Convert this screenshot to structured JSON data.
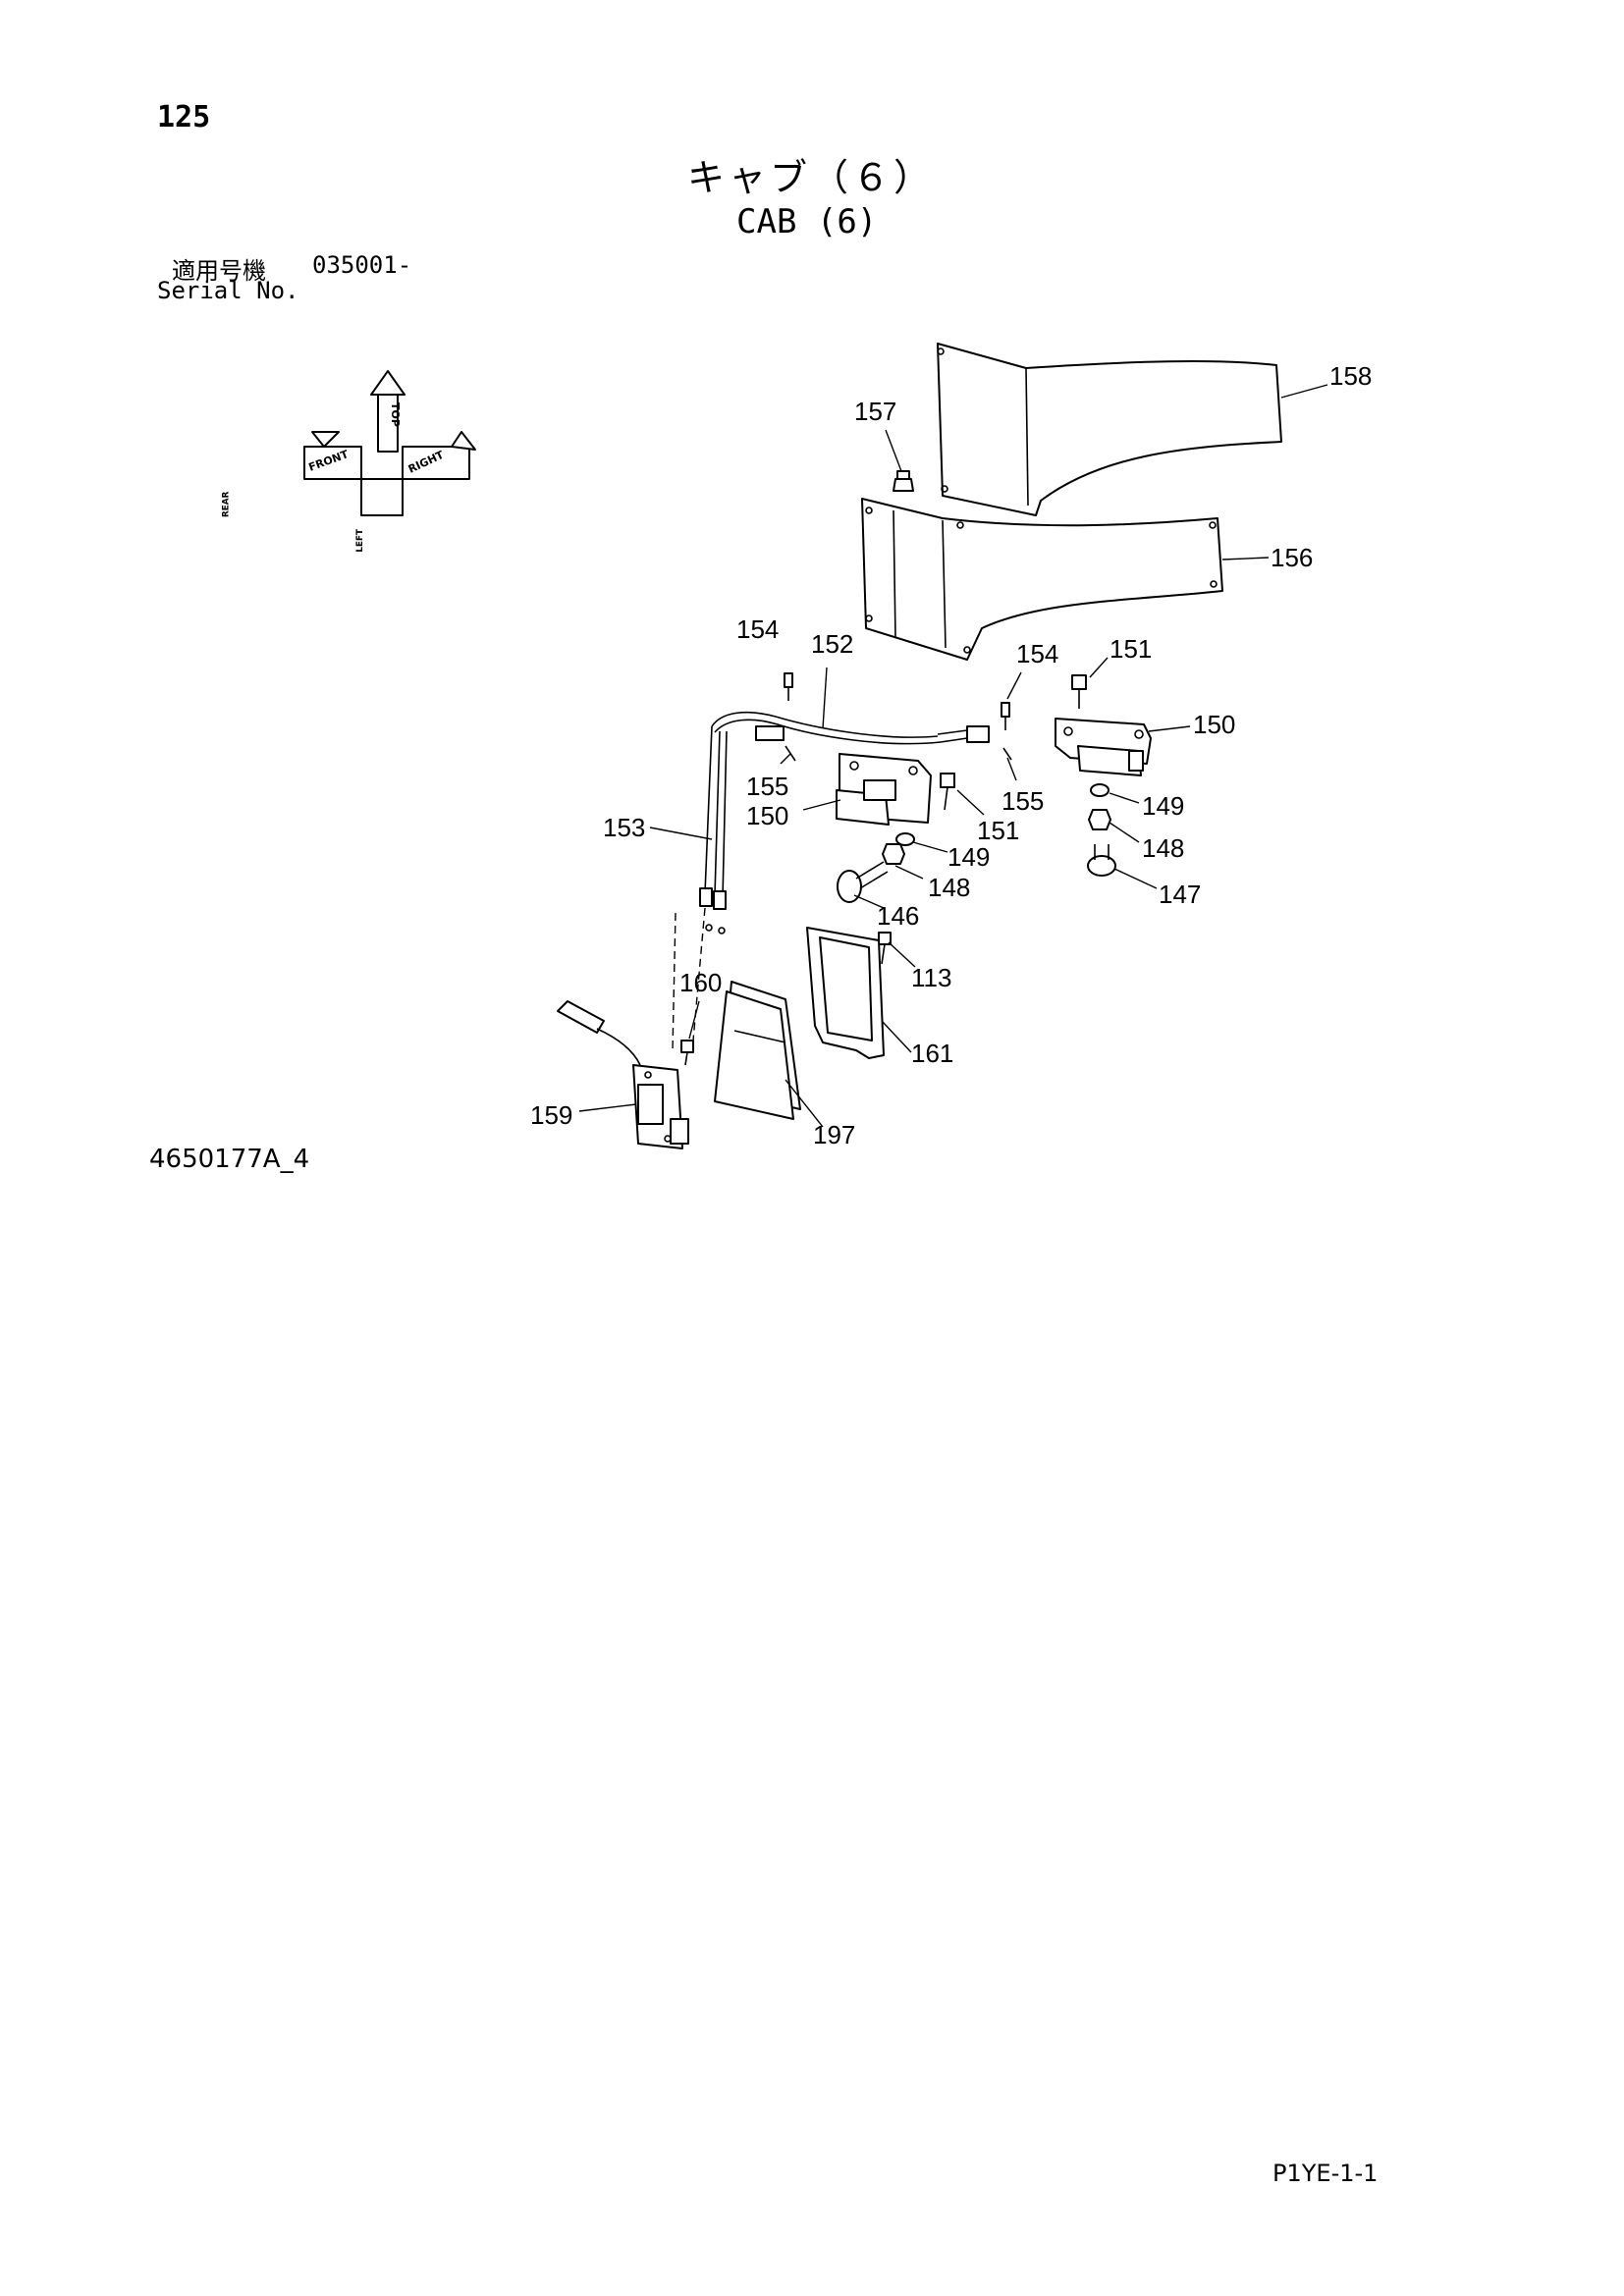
{
  "page": {
    "number": "125",
    "title_ja": "キャブ（６）",
    "title_en": "CAB (6)",
    "serial_label_ja": "適用号機",
    "serial_value": "035001-",
    "serial_label_en": "Serial No.",
    "drawing_number": "4650177A_4",
    "page_code": "P1YE-1-1"
  },
  "orientation": {
    "top": "TOP",
    "front": "FRONT",
    "right": "RIGHT",
    "rear": "REAR",
    "left": "LEFT"
  },
  "callouts": {
    "c158": "158",
    "c157": "157",
    "c156": "156",
    "c154a": "154",
    "c152": "152",
    "c154b": "154",
    "c151a": "151",
    "c150a": "150",
    "c155a": "155",
    "c150b": "150",
    "c155b": "155",
    "c151b": "151",
    "c149a": "149",
    "c149b": "149",
    "c148a": "148",
    "c148b": "148",
    "c153": "153",
    "c147": "147",
    "c146": "146",
    "c113": "113",
    "c160": "160",
    "c161": "161",
    "c159": "159",
    "c197": "197"
  }
}
